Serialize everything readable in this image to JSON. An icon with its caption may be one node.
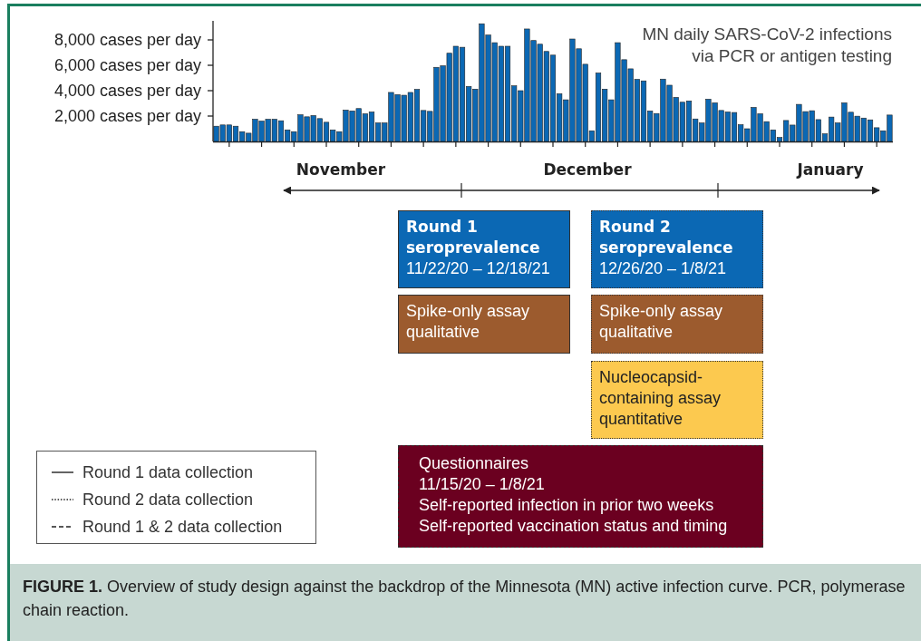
{
  "diagram": {
    "caption": "**FIGURE 1.** Overview of study design against the backdrop of the Minnesota (MN) active infection curve. PCR, polymerase chain reaction.",
    "nodes": [
      {
        "text": [
          "Round 1 seroprevalence",
          "11/22/20 – 12/18/21"
        ]
      },
      {
        "text": [
          "Spike-only assay qualitative"
        ]
      },
      {
        "text": [
          "Round 2 seroprevalence",
          "12/26/20 – 1/8/21"
        ]
      },
      {
        "text": [
          "Spike-only assay qualitative"
        ]
      },
      {
        "text": [
          "Nucleocapsid-containing assay quantitative"
        ]
      },
      {
        "text": [
          "Questionnaires",
          "11/15/20 – 1/8/21",
          "Self-reported infection in prior two weeks",
          "Self-reported vaccination status and timing"
        ]
      }
    ],
    "labels": [
      "November",
      "December",
      "January"
    ],
    "legend": [
      {
        "text": "Round 1 data collection"
      },
      {
        "text": "Round 2 data collection"
      },
      {
        "text": "Round 1 & 2 data collection"
      }
    ],
    "chart_data": {
      "type": "bar",
      "title": "MN daily SARS-CoV-2 infections via PCR or antigen testing",
      "values": [
        1200,
        1300,
        1300,
        1200,
        770,
        650,
        1750,
        1600,
        1750,
        1750,
        1630,
        910,
        770,
        2100,
        1940,
        2040,
        1800,
        1510,
        910,
        770,
        2470,
        2400,
        2590,
        2180,
        2320,
        1460,
        1460,
        3860,
        3690,
        3640,
        3860,
        4100,
        2440,
        2370,
        5840,
        5960,
        6950,
        7500,
        7420,
        4330,
        4120,
        9270,
        8380,
        7780,
        7500,
        7500,
        4380,
        4000,
        8860,
        7950,
        7660,
        7090,
        6800,
        3760,
        3280,
        8070,
        7300,
        6080,
        840,
        5390,
        4120,
        3280,
        7780,
        6440,
        5720,
        4890,
        4770,
        2400,
        2200,
        4910,
        4430,
        3470,
        3090,
        3190,
        1770,
        1460,
        3330,
        3040,
        2440,
        2320,
        2280,
        1320,
        1000,
        2680,
        2180,
        1560,
        910,
        310,
        1650,
        1290,
        2920,
        2350,
        2420,
        1720,
        600,
        1920,
        1460,
        3040,
        2300,
        1990,
        1840,
        1700,
        1080,
        840,
        2080
      ],
      "ylim": [
        0,
        9500
      ],
      "yticks": [
        {
          "value": 2000,
          "label": "2,000 cases per day"
        },
        {
          "value": 4000,
          "label": "4,000 cases per day"
        },
        {
          "value": 6000,
          "label": "6,000 cases per day"
        },
        {
          "value": 8000,
          "label": "8,000 cases per day"
        }
      ]
    }
  }
}
